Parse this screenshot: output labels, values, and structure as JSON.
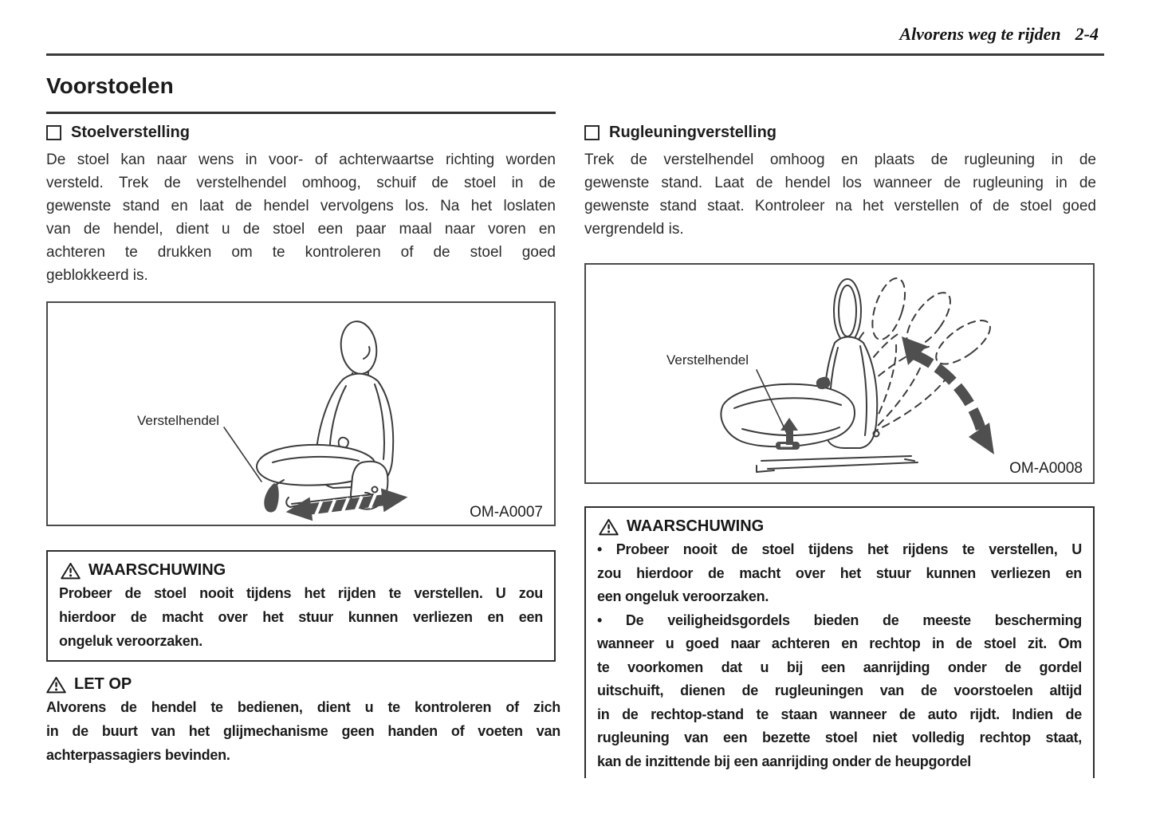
{
  "page_header": {
    "title": "Alvorens weg te rijden",
    "page_number": "2-4"
  },
  "left": {
    "title": "Voorstoelen",
    "section": {
      "heading": "Stoelverstelling",
      "lines": [
        "De stoel kan naar wens in voor- of achterwaartse richting worden",
        "versteld. Trek de verstelhendel omhoog, schuif de stoel in de",
        "gewenste stand en laat de hendel vervolgens los. Na het loslaten",
        "van de hendel, dient u de stoel een paar maal naar voren en",
        "achteren te drukken om te kontroleren of de stoel goed",
        "geblokkeerd is."
      ]
    },
    "figure": {
      "label": "Verstelhendel",
      "code": "OM-A0007"
    },
    "warning": {
      "heading": "WAARSCHUWING",
      "lines": [
        "Probeer de stoel nooit tijdens het rijden te verstellen. U zou",
        "hierdoor de macht over het stuur kunnen verliezen en een",
        "ongeluk veroorzaken."
      ]
    },
    "caution": {
      "heading": "LET OP",
      "lines": [
        "Alvorens de hendel te bedienen, dient u te kontroleren of zich",
        "in de buurt van het glijmechanisme geen handen of voeten van",
        "achterpassagiers bevinden."
      ]
    }
  },
  "right": {
    "section": {
      "heading": "Rugleuningverstelling",
      "lines": [
        "Trek de verstelhendel omhoog en plaats de rugleuning in de",
        "gewenste stand. Laat de hendel los wanneer de rugleuning in de",
        "gewenste stand staat. Kontroleer na het verstellen of de stoel goed",
        "vergrendeld is."
      ]
    },
    "figure": {
      "label": "Verstelhendel",
      "code": "OM-A0008"
    },
    "warning": {
      "heading": "WAARSCHUWING",
      "lines": [
        "• Probeer nooit de stoel tijdens het rijdens te verstellen, U",
        "zou hierdoor de macht over het stuur kunnen verliezen en",
        "een ongeluk veroorzaken.",
        "• De veiligheidsgordels bieden de meeste bescherming",
        "wanneer u goed naar achteren en rechtop in de stoel zit. Om",
        "te voorkomen dat u bij een aanrijding onder de gordel",
        "uitschuift, dienen de rugleuningen van de voorstoelen altijd",
        "in de rechtop-stand te staan wanneer de auto rijdt. Indien de",
        "rugleuning van een bezette stoel niet volledig rechtop staat,",
        "kan de inzittende bij een aanrijding onder de heupgordel"
      ]
    }
  },
  "icons": {
    "warning_triangle": "⚠",
    "section_checkbox": "□"
  },
  "colors": {
    "text": "#262626",
    "text_bold": "#141414",
    "rule": "#3a3a3a",
    "border": "#404040",
    "background": "#ffffff",
    "arrow_fill": "#4f4f4f"
  }
}
